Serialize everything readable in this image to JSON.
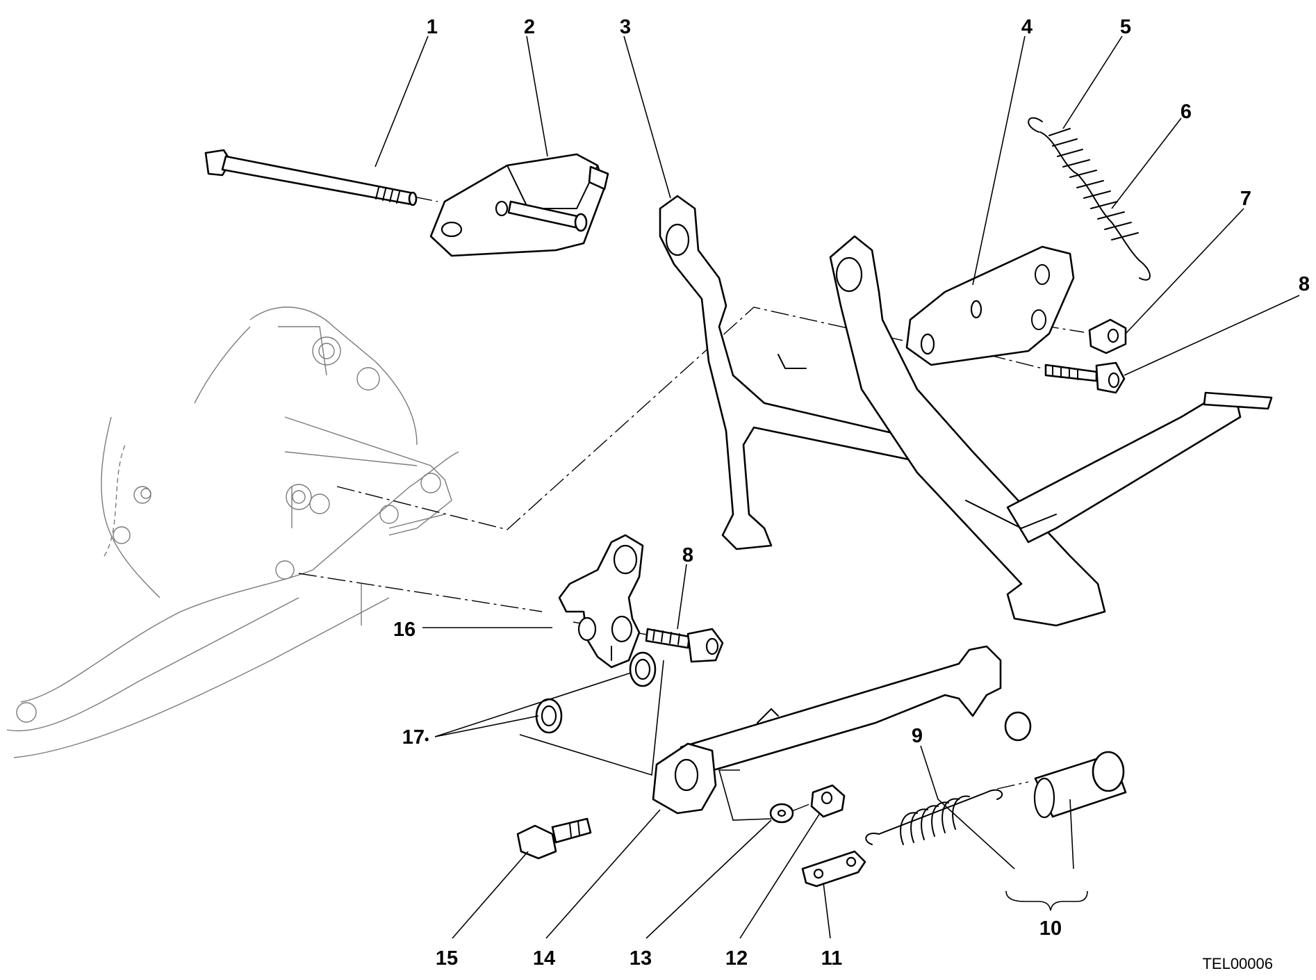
{
  "diagram": {
    "drawing_code": "TEL00006",
    "callouts": [
      "1",
      "2",
      "3",
      "4",
      "5",
      "6",
      "7",
      "8",
      "8",
      "9",
      "10",
      "11",
      "12",
      "13",
      "14",
      "15",
      "16",
      "17"
    ],
    "callout_17_suffix": "•"
  }
}
